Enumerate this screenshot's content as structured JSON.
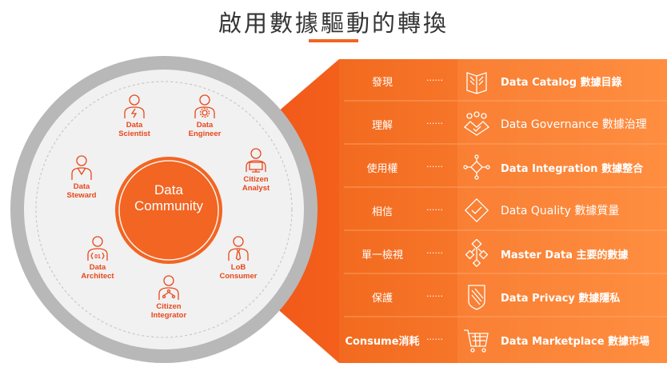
{
  "title": "啟用數據驅動的轉換",
  "center": {
    "line1": "Data",
    "line2": "Community"
  },
  "roles": [
    {
      "line1": "Data",
      "line2": "Scientist"
    },
    {
      "line1": "Data",
      "line2": "Engineer"
    },
    {
      "line1": "Citizen",
      "line2": "Analyst"
    },
    {
      "line1": "LoB",
      "line2": "Consumer"
    },
    {
      "line1": "Citizen",
      "line2": "Integrator"
    },
    {
      "line1": "Data",
      "line2": "Architect"
    },
    {
      "line1": "Data",
      "line2": "Steward"
    }
  ],
  "rows": [
    {
      "left": "發現",
      "dots": "······",
      "right": "Data Catalog 數據目錄",
      "icon": "book-icon"
    },
    {
      "left": "理解",
      "dots": "······",
      "right": "Data Governance 數據治理",
      "icon": "handshake-icon"
    },
    {
      "left": "使用權",
      "dots": "······",
      "right": "Data Integration 數據整合",
      "icon": "integration-flow-icon"
    },
    {
      "left": "相信",
      "dots": "······",
      "right": "Data Quality 數據質量",
      "icon": "diamond-check-icon"
    },
    {
      "left": "單一檢視",
      "dots": "······",
      "right": "Master Data 主要的數據",
      "icon": "hierarchy-icon"
    },
    {
      "left": "保護",
      "dots": "······",
      "right": "Data Privacy 數據隱私",
      "icon": "shield-icon"
    },
    {
      "left": "Consume消耗",
      "dots": "······",
      "right": "Data Marketplace 數據市場",
      "icon": "shopping-cart-icon"
    }
  ],
  "colors": {
    "accent": "#f26522",
    "accent_light": "#ff8a3d",
    "ring": "#b3b3b3",
    "inner": "#f0f0f0",
    "title": "#333333"
  }
}
